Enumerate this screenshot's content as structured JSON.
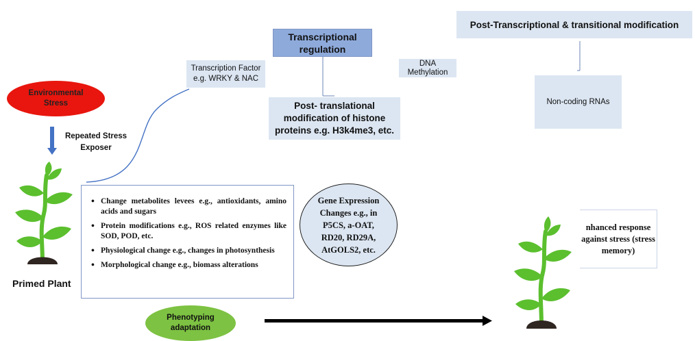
{
  "env_stress": "Environmental Stress",
  "repeated_stress": "Repeated Stress Exposer",
  "transcriptional_regulation": "Transcriptional regulation",
  "transcription_factor": "Transcription Factor e.g. WRKY & NAC",
  "dna_methylation": "DNA Methylation",
  "post_translational": "Post- translational modification of histone proteins e.g. H3k4me3, etc.",
  "post_transcriptional": "Post-Transcriptional & transitional modification",
  "non_coding_rnas": "Non-coding RNAs",
  "primed_plant": "Primed Plant",
  "changes": [
    "Change metabolites levees e.g., antioxidants, amino acids and sugars",
    "Protein modifications e.g., ROS related enzymes like SOD, POD, etc.",
    "Physiological change e.g., changes in photosynthesis",
    "Morphological change e.g., biomass alterations"
  ],
  "gene_expression": "Gene Expression Changes e.g., in P5CS, a-OAT, RD20, RD29A, AtGOLS2, etc.",
  "enhanced_response": "nhanced response against stress (stress memory)",
  "phenotyping": "Phenotyping adaptation",
  "colors": {
    "env_stress_fill": "#e8160e",
    "pheno_fill": "#7dc242",
    "box_light": "#dce6f2",
    "box_mid": "#8eaadb",
    "arrow_blue": "#4472c4",
    "plant_green": "#5bbf2e",
    "soil": "#2f2521"
  }
}
